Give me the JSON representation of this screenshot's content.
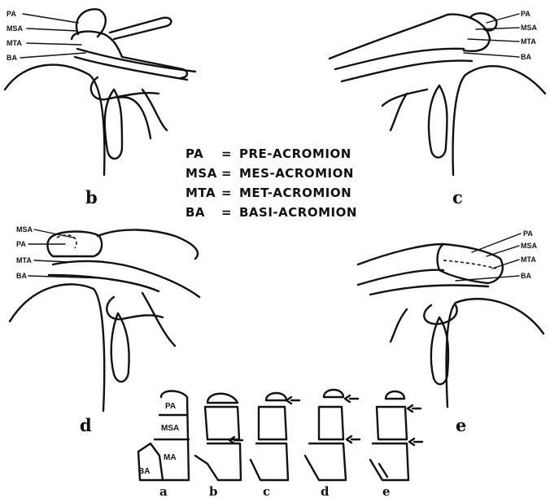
{
  "legend": [
    {
      "abbr": "PA",
      "sep": "=",
      "term": "PRE-ACROMION"
    },
    {
      "abbr": "MSA",
      "sep": "=",
      "term": "MES-ACROMION"
    },
    {
      "abbr": "MTA",
      "sep": "=",
      "term": "MET-ACROMION"
    },
    {
      "abbr": "BA",
      "sep": "=",
      "term": "BASI-ACROMION"
    }
  ],
  "panel_b": {
    "letter": "b",
    "labels": [
      "PA",
      "MSA",
      "MTA",
      "BA"
    ]
  },
  "panel_c": {
    "letter": "c",
    "labels": [
      "PA",
      "MSA",
      "MTA",
      "BA"
    ]
  },
  "panel_d": {
    "letter": "d",
    "labels": [
      "MSA",
      "PA",
      "MTA",
      "BA"
    ]
  },
  "panel_e": {
    "letter": "e",
    "labels": [
      "PA",
      "MSA",
      "MTA",
      "BA"
    ]
  },
  "schematics": {
    "letters": [
      "a",
      "b",
      "c",
      "d",
      "e"
    ],
    "segment_labels": [
      "PA",
      "MSA",
      "MA",
      "BA"
    ]
  }
}
